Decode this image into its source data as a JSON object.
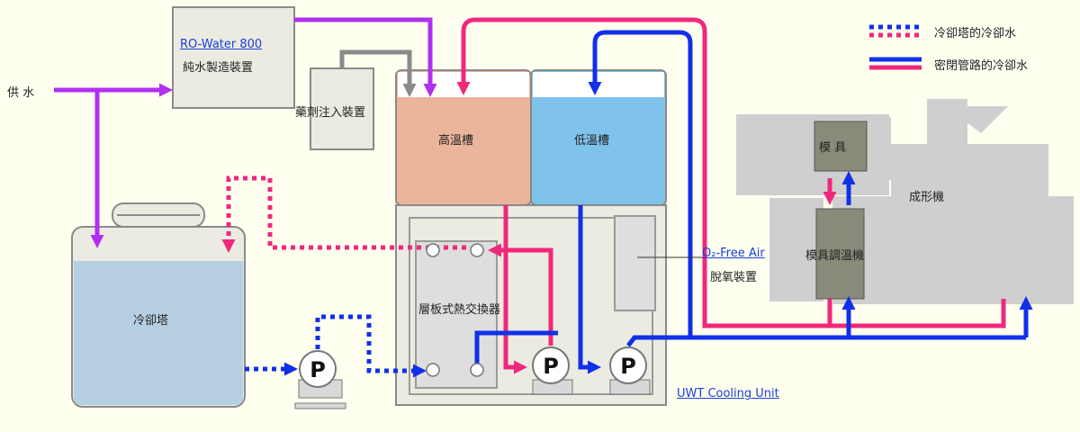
{
  "legend": {
    "open_loop_label": "冷卻塔的冷卻水",
    "closed_loop_label": "密閉管路的冷卻水"
  },
  "labels": {
    "supply_water": "供 水",
    "ro_title": "RO-Water 800",
    "ro_subtitle": "純水製造裝置",
    "chemical_injector": "藥劑注入裝置",
    "high_temp_tank": "高溫槽",
    "low_temp_tank": "低溫槽",
    "cooling_tower": "冷卻塔",
    "heat_exchanger": "層板式熱交換器",
    "o2_free_air": "O₂-Free Air",
    "deoxygenator": "脫氧裝置",
    "cooling_unit": "UWT Cooling Unit",
    "mold": "模 具",
    "mold_temp_controller": "模具調溫機",
    "molding_machine": "成形機",
    "pump_letter": "P"
  },
  "colors": {
    "purple": "#b030f0",
    "pink": "#f0287c",
    "blue": "#1030e8",
    "hot_tank": "#eab59b",
    "cold_tank": "#7fc3ea",
    "tower_water": "#b7cfe2",
    "machine_gray": "#cfcfcf",
    "box_bg": "#ebebe2",
    "link_blue": "#1a3fd6"
  }
}
